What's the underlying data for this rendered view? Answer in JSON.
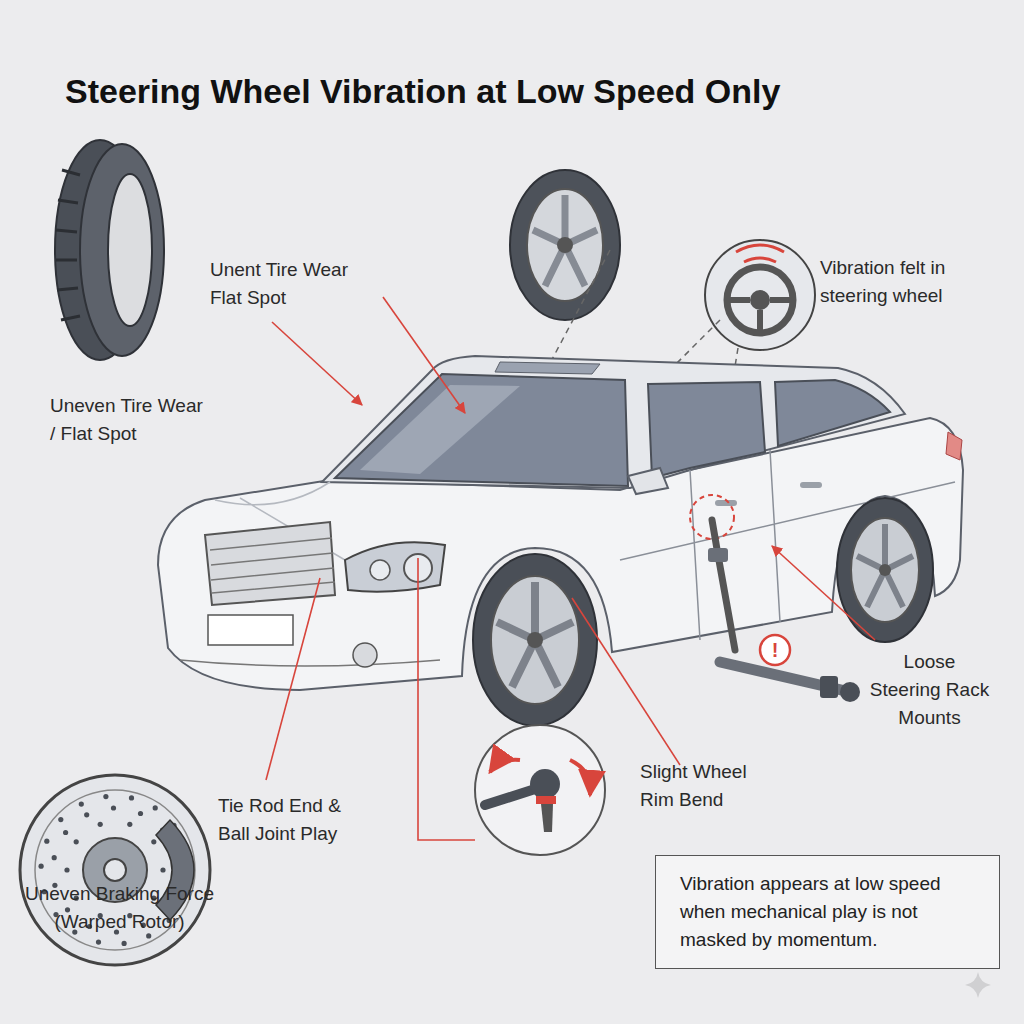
{
  "diagram": {
    "title": "Steering Wheel Vibration at Low Speed Only",
    "nodes": [
      {
        "text": [
          "Vibration appears at low speed when mechanical play is not masked by momentum."
        ]
      }
    ],
    "labels": [
      "Unent Tire Wear Flat Spot",
      "Uneven Tire Wear / Flat Spot",
      "Vibration felt in steering wheel",
      "Loose Steering Rack Mounts",
      "Slight Wheel Rim Bend",
      "Tie Rod End & Ball Joint Play",
      "Uneven Braking Force (Warped Rotor)",
      "!"
    ]
  }
}
